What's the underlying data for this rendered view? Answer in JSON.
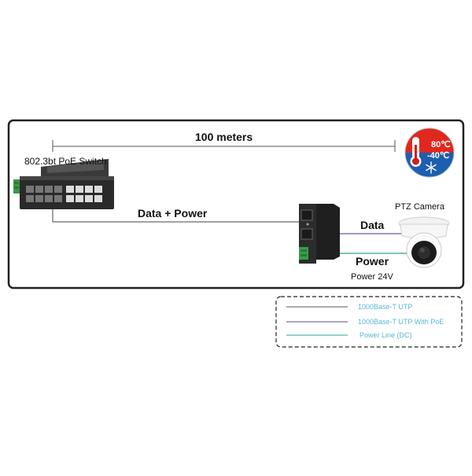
{
  "labels": {
    "distance": "100 meters",
    "switch_name": "802.3bt PoE Switch",
    "data_power": "Data  +  Power",
    "camera_name": "PTZ Camera",
    "data": "Data",
    "power": "Power",
    "power_voltage": "Power 24V"
  },
  "temperature": {
    "high": "80℃",
    "low": "-40℃",
    "high_color": "#e0281e",
    "low_color": "#1c5fb0"
  },
  "legend": [
    {
      "label": "1000Base-T UTP",
      "line_color": "#555555"
    },
    {
      "label": "1000Base-T UTP With PoE",
      "line_color": "#5a4a9a"
    },
    {
      "label": "Power Line (DC)",
      "line_color": "#2aa58a"
    }
  ],
  "colors": {
    "frame": "#222222",
    "text": "#111111",
    "legend_text": "#5bb6d6"
  },
  "icons": {
    "switch": "poe-switch-icon",
    "injector": "poe-injector-icon",
    "camera": "ptz-camera-icon",
    "thermometer": "thermometer-icon",
    "snowflake": "snowflake-icon"
  }
}
